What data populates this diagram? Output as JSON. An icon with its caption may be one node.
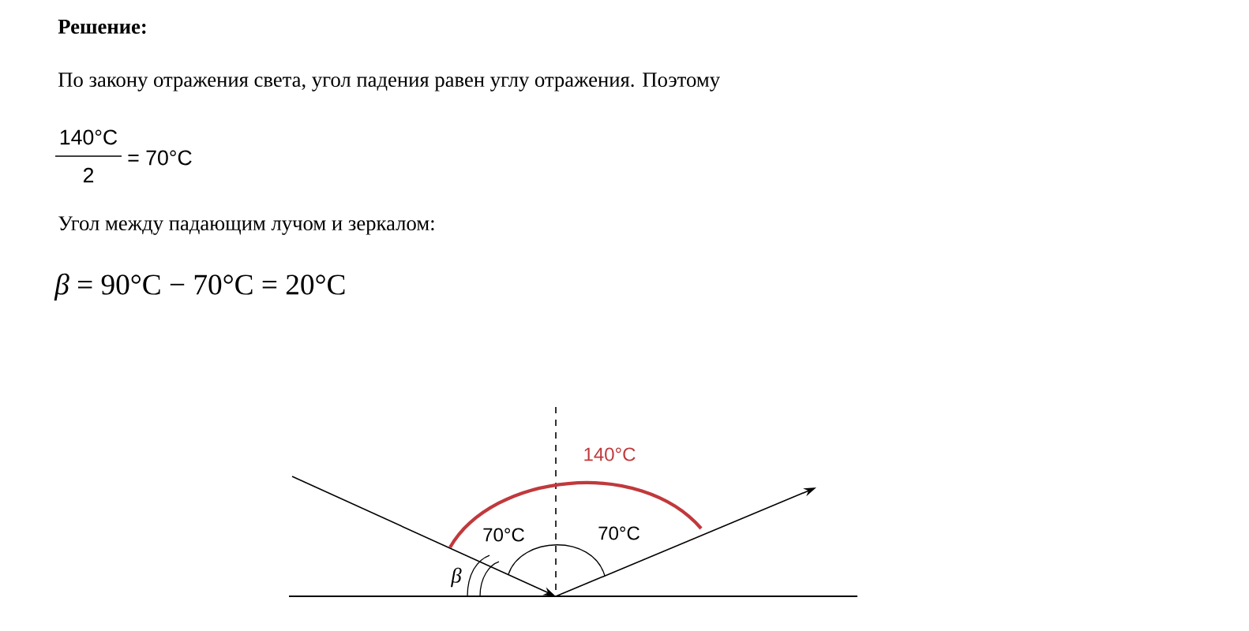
{
  "diagram": {
    "labels": [
      "Решение:",
      "По закону отражения света, угол падения равен углу отражения. Поэтому",
      "140°C",
      "2",
      "= 70°C",
      "Угол между падающим лучом и зеркалом:",
      "*β* = 90°C − 70°C = 20°C",
      "140°C",
      "70°C",
      "70°C",
      "β"
    ]
  }
}
